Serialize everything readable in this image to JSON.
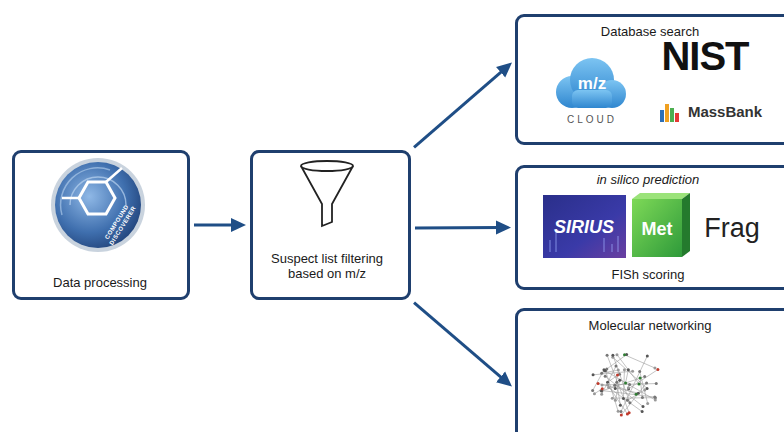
{
  "diagram": {
    "nodes": [
      {
        "text": [
          "COMPOUND DISCOVERER",
          "Data processing"
        ]
      },
      {
        "text": [
          "Suspect list filtering based on m/z"
        ]
      },
      {
        "text": [
          "Database search",
          "m/z",
          "CLOUD",
          "NIST",
          "MassBank"
        ]
      },
      {
        "text": [
          "in silico prediction",
          "SIRIUS",
          "Met",
          "Frag",
          "FISh scoring"
        ]
      },
      {
        "text": [
          "Molecular networking"
        ]
      }
    ],
    "edges": [
      {
        "from": 0,
        "to": 1,
        "arrow": "to"
      },
      {
        "from": 1,
        "to": 2,
        "arrow": "to"
      },
      {
        "from": 1,
        "to": 3,
        "arrow": "to"
      },
      {
        "from": 1,
        "to": 4,
        "arrow": "to"
      }
    ]
  }
}
